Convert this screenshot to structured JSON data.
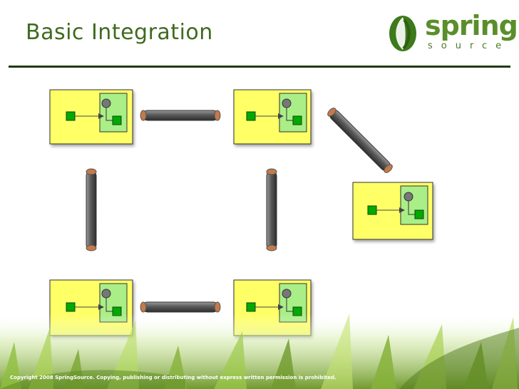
{
  "slide": {
    "title": "Basic Integration",
    "copyright": "Copyright 2008 SpringSource.  Copying, publishing or distributing without express written permission is prohibited."
  },
  "logo": {
    "word": "spring",
    "sub": "source",
    "icon": "spring-leaf-icon"
  },
  "diagram": {
    "components": [
      "top-left",
      "top-middle",
      "right",
      "bottom-left",
      "bottom-middle"
    ],
    "channels": [
      "top-horizontal",
      "left-vertical",
      "middle-vertical",
      "diagonal",
      "bottom-horizontal"
    ]
  },
  "colors": {
    "title": "#3f6b1f",
    "rule": "#1e3a0b",
    "box_fill": "#ffff66",
    "inner_fill": "#aaee88",
    "node_green": "#00aa00",
    "pipe": "#6b6b6b"
  }
}
